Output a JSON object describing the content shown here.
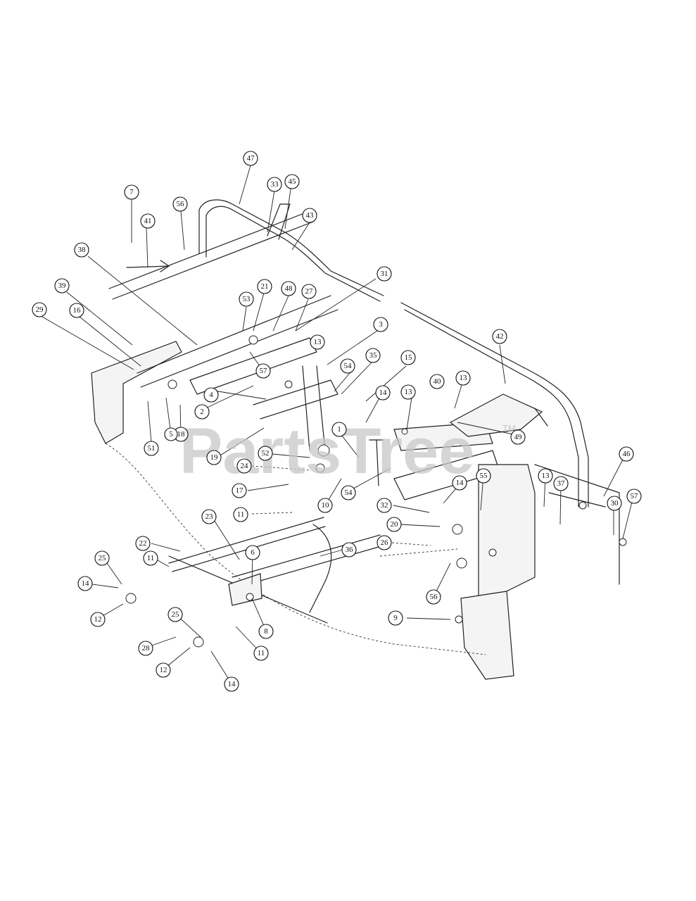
{
  "watermark": {
    "text": "PartsTree",
    "trademark": "TM"
  },
  "callouts": [
    {
      "label": "47"
    },
    {
      "label": "33"
    },
    {
      "label": "45"
    },
    {
      "label": "7"
    },
    {
      "label": "56"
    },
    {
      "label": "43"
    },
    {
      "label": "41"
    },
    {
      "label": "38"
    },
    {
      "label": "31"
    },
    {
      "label": "39"
    },
    {
      "label": "53"
    },
    {
      "label": "21"
    },
    {
      "label": "48"
    },
    {
      "label": "27"
    },
    {
      "label": "29"
    },
    {
      "label": "16"
    },
    {
      "label": "3"
    },
    {
      "label": "13"
    },
    {
      "label": "42"
    },
    {
      "label": "35"
    },
    {
      "label": "15"
    },
    {
      "label": "54"
    },
    {
      "label": "57"
    },
    {
      "label": "13"
    },
    {
      "label": "40"
    },
    {
      "label": "14"
    },
    {
      "label": "13"
    },
    {
      "label": "2"
    },
    {
      "label": "4"
    },
    {
      "label": "18"
    },
    {
      "label": "51"
    },
    {
      "label": "5"
    },
    {
      "label": "19"
    },
    {
      "label": "49"
    },
    {
      "label": "1"
    },
    {
      "label": "52"
    },
    {
      "label": "24"
    },
    {
      "label": "46"
    },
    {
      "label": "54"
    },
    {
      "label": "17"
    },
    {
      "label": "14"
    },
    {
      "label": "55"
    },
    {
      "label": "13"
    },
    {
      "label": "37"
    },
    {
      "label": "30"
    },
    {
      "label": "57"
    },
    {
      "label": "11"
    },
    {
      "label": "10"
    },
    {
      "label": "32"
    },
    {
      "label": "23"
    },
    {
      "label": "20"
    },
    {
      "label": "22"
    },
    {
      "label": "26"
    },
    {
      "label": "36"
    },
    {
      "label": "25"
    },
    {
      "label": "11"
    },
    {
      "label": "6"
    },
    {
      "label": "14"
    },
    {
      "label": "12"
    },
    {
      "label": "56"
    },
    {
      "label": "9"
    },
    {
      "label": "25"
    },
    {
      "label": "8"
    },
    {
      "label": "28"
    },
    {
      "label": "11"
    },
    {
      "label": "12"
    },
    {
      "label": "14"
    }
  ]
}
